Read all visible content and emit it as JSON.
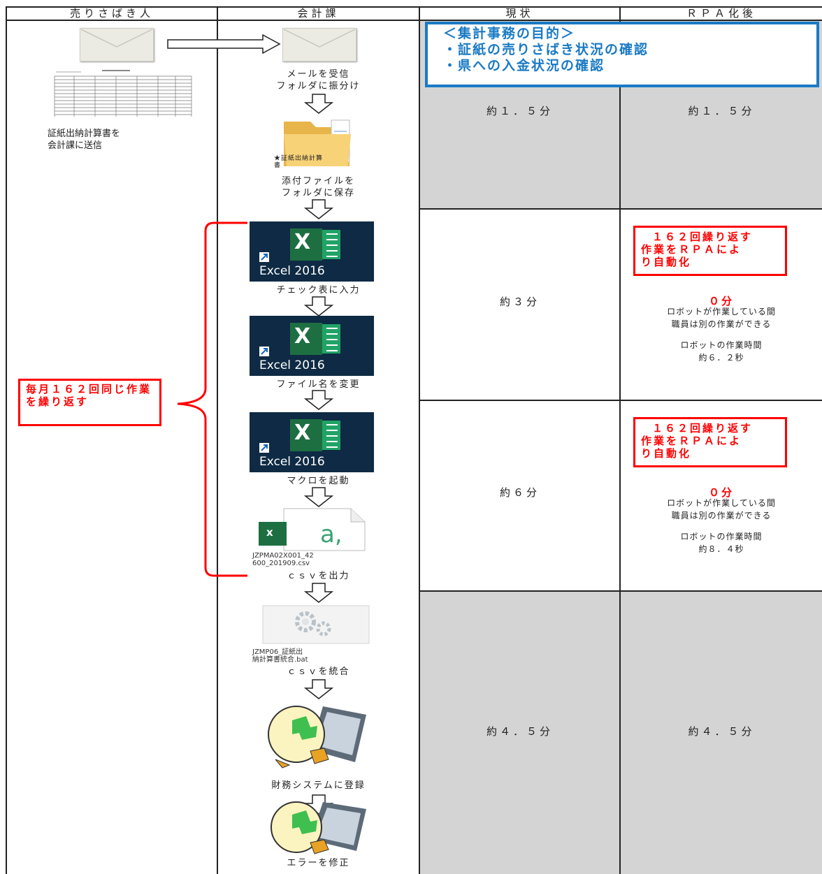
{
  "headers": [
    "売りさばき人",
    "会計課",
    "現状",
    "ＲＰＡ化後"
  ],
  "seller": {
    "caption_line1": "証紙出納計算書を",
    "caption_line2": "会計課に送信",
    "repeat_note": "毎月１６２回同じ作業を繰り返す"
  },
  "steps": {
    "receive_line1": "メールを受信",
    "receive_line2": "フォルダに振分け",
    "folder_label_line1": "★証紙出納計算",
    "folder_label_line2": "書",
    "save_line1": "添付ファイルを",
    "save_line2": "フォルダに保存",
    "excel_tile_label": "Excel 2016",
    "excel_letter": "X",
    "check_input": "チェック表に入力",
    "rename": "ファイル名を変更",
    "macro": "マクロを起動",
    "csv_file_line1": "JZPMA02X001_42",
    "csv_file_line2": "600_201909.csv",
    "csv_output": "ｃｓｖを出力",
    "bat_file_line1": "JZMP06_証紙出",
    "bat_file_line2": "納計算書統合.bat",
    "csv_merge": "ｃｓｖを統合",
    "register": "財務システムに登録",
    "fix_errors": "エラーを修正"
  },
  "purpose": {
    "title": "＜集計事務の目的＞",
    "item1": "・証紙の売りさばき状況の確認",
    "item2": "・県への入金状況の確認"
  },
  "current_times": [
    "約１．５分",
    "約３分",
    "約６分",
    "約４．５分"
  ],
  "rpa_times": [
    "約１．５分",
    "約４．５分"
  ],
  "rpa_blocks": [
    {
      "box_line1": "１６２回繰り返す",
      "box_line2": "作業をＲＰＡによ",
      "box_line3": "り自動化",
      "zero": "０分",
      "note1": "ロボットが作業している間",
      "note2": "職員は別の作業ができる",
      "note3": "ロボットの作業時間",
      "note4": "約６．２秒"
    },
    {
      "box_line1": "１６２回繰り返す",
      "box_line2": "作業をＲＰＡによ",
      "box_line3": "り自動化",
      "zero": "０分",
      "note1": "ロボットが作業している間",
      "note2": "職員は別の作業ができる",
      "note3": "ロボットの作業時間",
      "note4": "約８．４秒"
    }
  ],
  "colors": {
    "red": "#ff0000",
    "blue": "#1a7ac4",
    "gray": "#d4d4d4",
    "excel_green": "#1d6f42"
  }
}
